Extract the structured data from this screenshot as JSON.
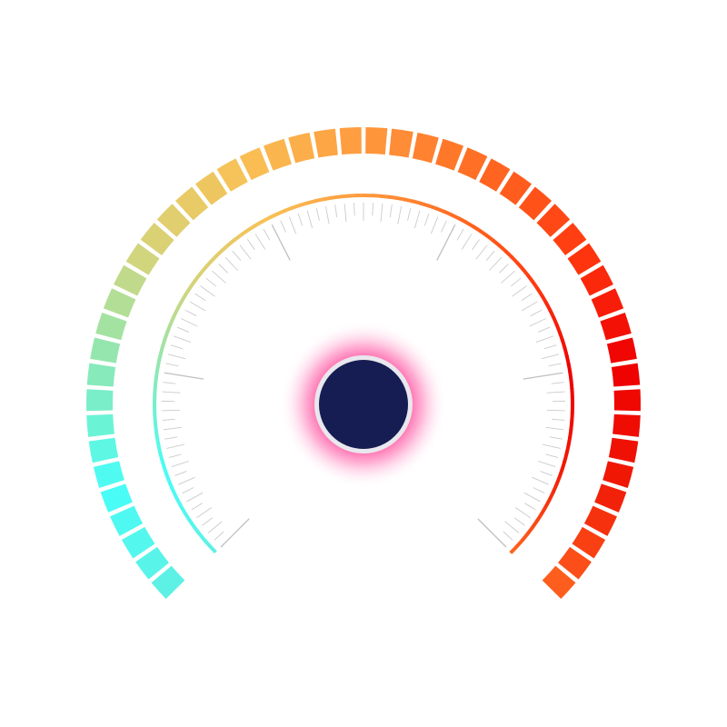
{
  "gauge": {
    "segment_count": 50,
    "minor_tick_count": 100,
    "major_tick_count": 6,
    "colors": {
      "gradient_stops": [
        "#5ff0e3",
        "#48fdf8",
        "#8ee8b4",
        "#d7d378",
        "#f8c156",
        "#ff9a3e",
        "#ff6a22",
        "#ff3a10",
        "#ee0000",
        "#f01a06",
        "#ff6520"
      ],
      "hub_fill": "#161d52",
      "hub_ring": "#e8e8ee",
      "glow": "#ff2a86",
      "tick": "#b9b9b9"
    },
    "icons": {
      "hub": "center-hub-knob"
    }
  }
}
